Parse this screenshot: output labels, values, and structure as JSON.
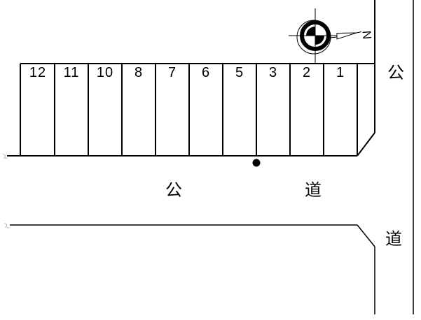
{
  "drawing": {
    "type": "parking-lot-site-plan",
    "background_color": "#ffffff",
    "line_color": "#000000"
  },
  "stalls": {
    "numbers": [
      "12",
      "11",
      "10",
      "8",
      "7",
      "6",
      "5",
      "3",
      "2",
      "1"
    ]
  },
  "labels": {
    "road_right_top": "公",
    "road_right_bottom": "道",
    "road_middle_left": "公",
    "road_middle_right": "道",
    "north": "N"
  }
}
